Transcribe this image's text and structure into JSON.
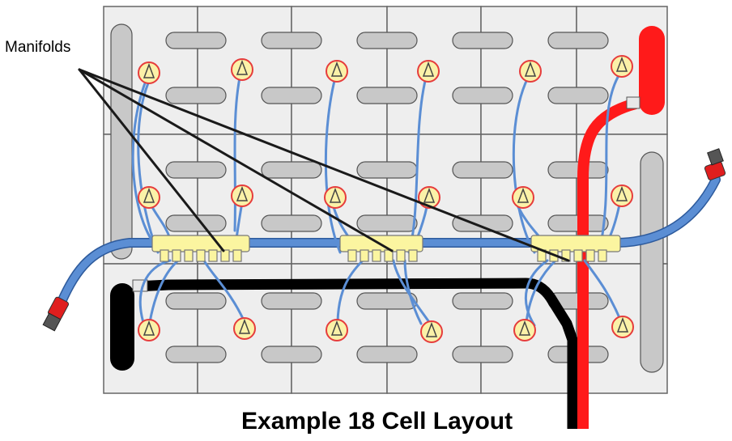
{
  "labels": {
    "manifolds": "Manifolds",
    "title": "Example 18 Cell Layout"
  },
  "colors": {
    "cell_fill": "#eeeeee",
    "cell_stroke": "#666666",
    "bar_fill": "#c8c8c8",
    "hose": "#5b8ed4",
    "hose_edge": "#2d5a9c",
    "manifold_fill": "#fbf5a0",
    "port_ring": "#e63c3c",
    "port_fill": "#fbf1a8",
    "red_cable": "#ff1a1a",
    "black_cable": "#000000"
  },
  "layout_counts": {
    "cell_rows": 3,
    "cells_per_row": 6,
    "cell_total": 18,
    "manifold_count": 3
  }
}
